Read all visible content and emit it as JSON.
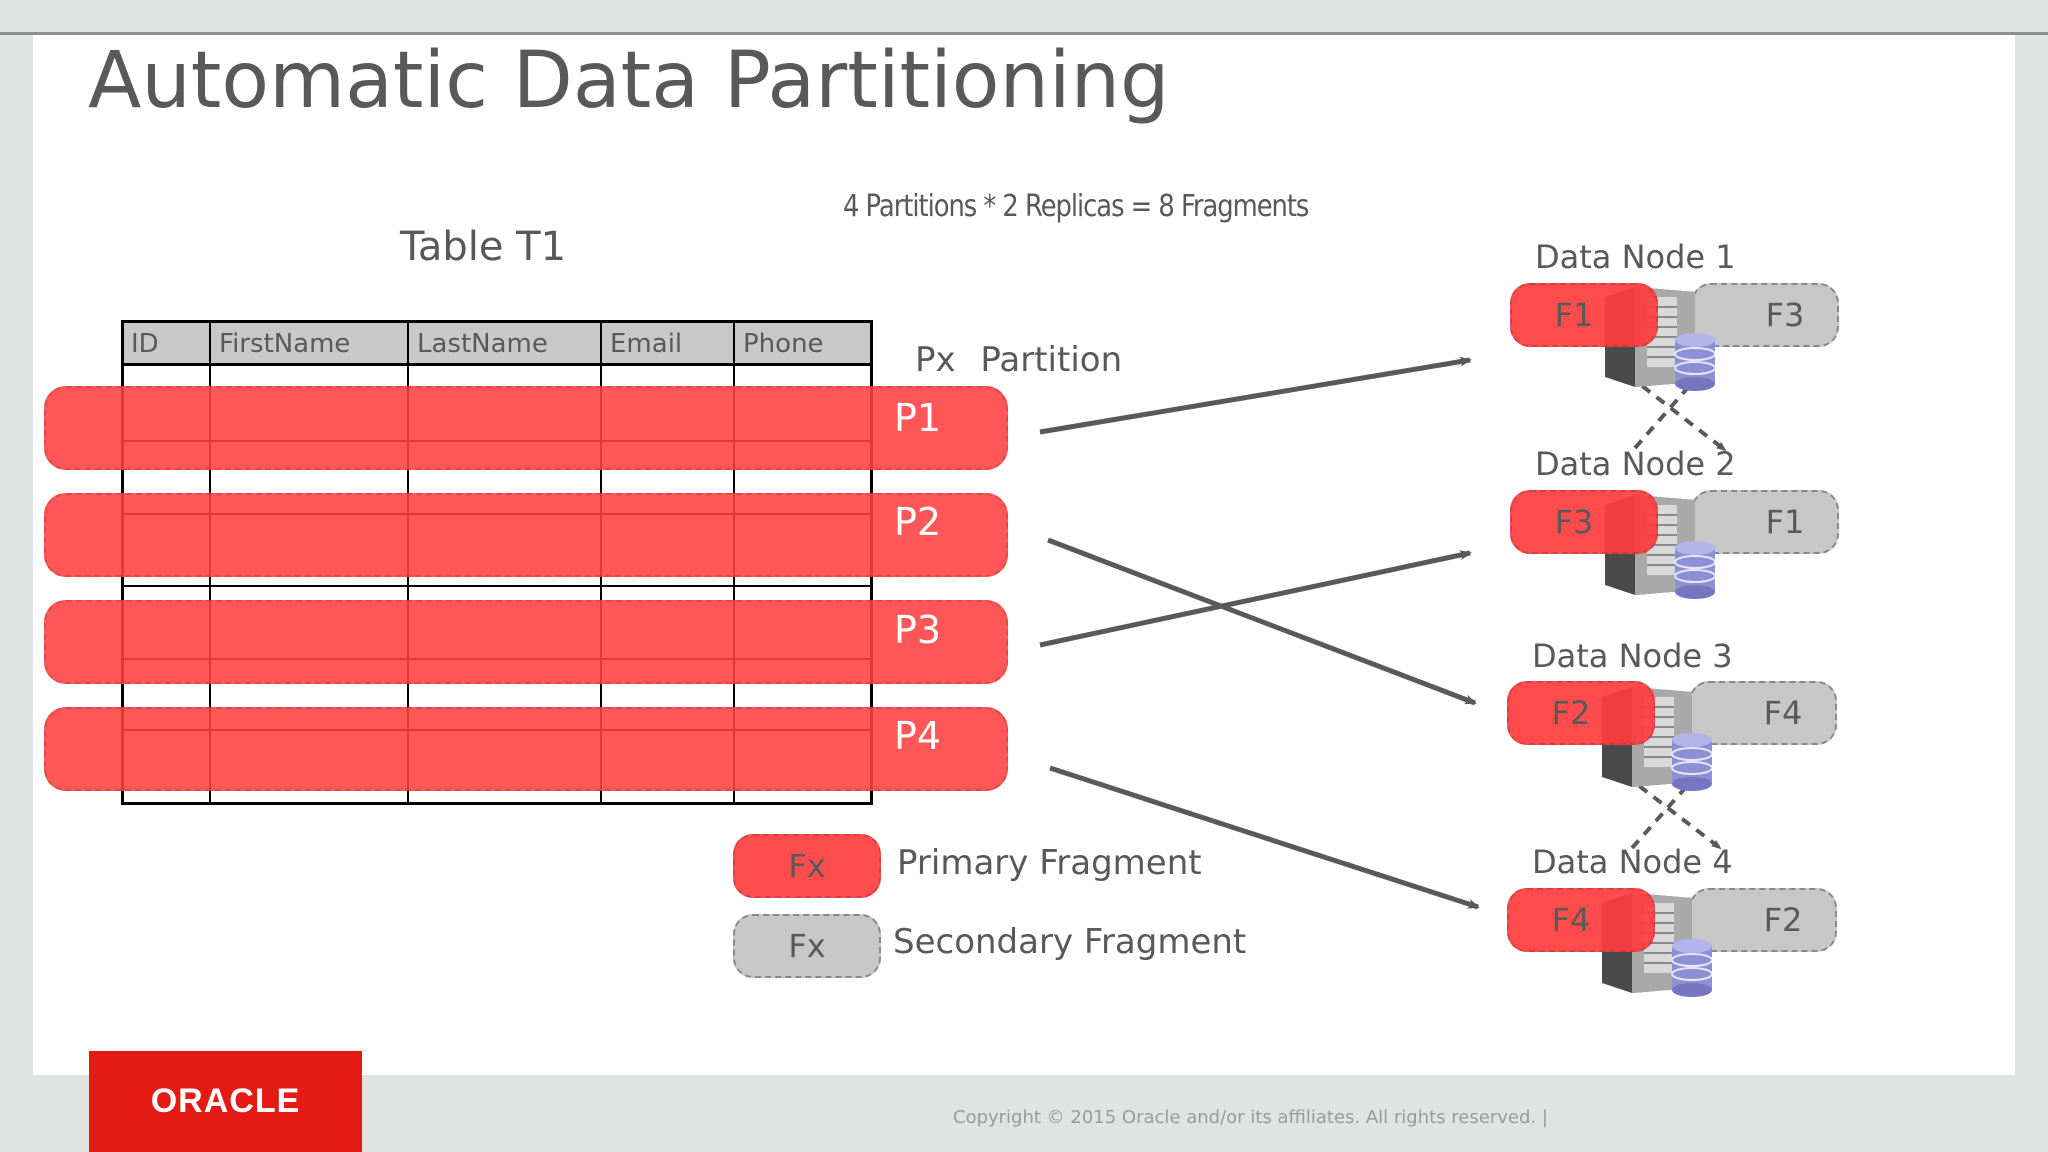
{
  "slide": {
    "title": "Automatic Data Partitioning",
    "formula": "4 Partitions * 2 Replicas = 8 Fragments",
    "table_title": "Table T1",
    "px_label": "Px Partition"
  },
  "table": {
    "columns": [
      "ID",
      "FirstName",
      "LastName",
      "Email",
      "Phone"
    ]
  },
  "partitions": [
    "P1",
    "P2",
    "P3",
    "P4"
  ],
  "data_nodes": [
    {
      "name": "Data Node 1",
      "primary": "F1",
      "secondary": "F3"
    },
    {
      "name": "Data Node 2",
      "primary": "F3",
      "secondary": "F1"
    },
    {
      "name": "Data Node 3",
      "primary": "F2",
      "secondary": "F4"
    },
    {
      "name": "Data Node 4",
      "primary": "F4",
      "secondary": "F2"
    }
  ],
  "legend": [
    {
      "box": "Fx",
      "label": "Primary Fragment"
    },
    {
      "box": "Fx",
      "label": "Secondary Fragment"
    }
  ],
  "footer": {
    "logo": "ORACLE",
    "copyright": "Copyright © 2015 Oracle and/or its affiliates. All rights reserved.  |"
  },
  "colors": {
    "primary_fragment": "#ff4040",
    "secondary_fragment": "#c7c7c7",
    "oracle_red": "#e51a14",
    "arrow": "#595959"
  },
  "icons": [
    "server-icon",
    "database-icon"
  ]
}
